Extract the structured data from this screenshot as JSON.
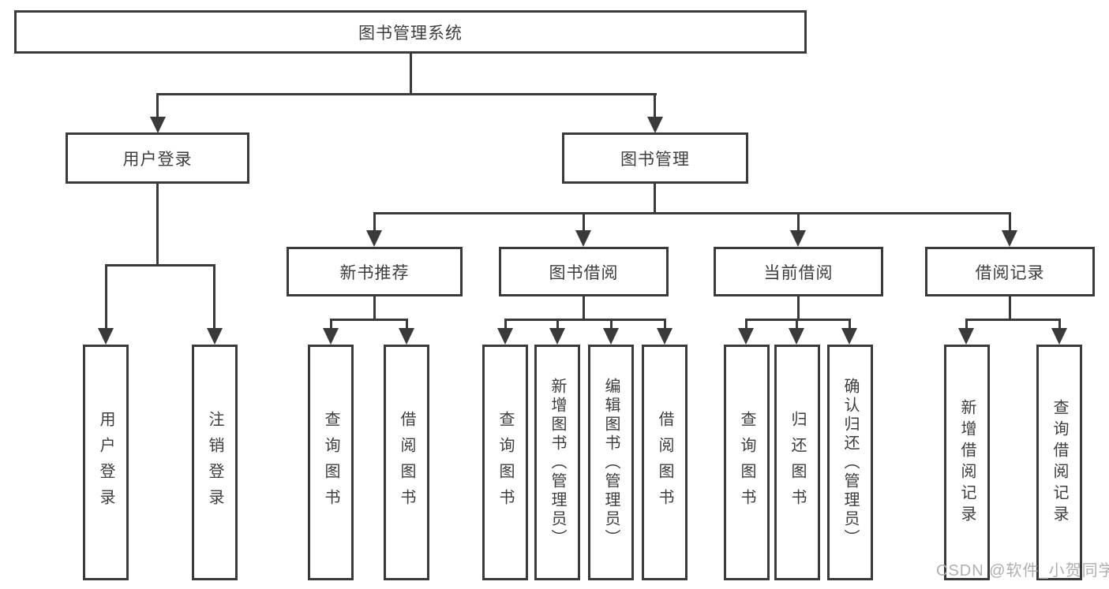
{
  "diagram": {
    "root": {
      "label": "图书管理系统"
    },
    "branches": [
      {
        "label": "用户登录",
        "children": [
          {
            "label": "用户登录"
          },
          {
            "label": "注销登录"
          }
        ]
      },
      {
        "label": "图书管理",
        "groups": [
          {
            "label": "新书推荐",
            "children": [
              {
                "label": "查询图书"
              },
              {
                "label": "借阅图书"
              }
            ]
          },
          {
            "label": "图书借阅",
            "children": [
              {
                "label": "查询图书"
              },
              {
                "label": "新增图书（管理员）"
              },
              {
                "label": "编辑图书（管理员）"
              },
              {
                "label": "借阅图书"
              }
            ]
          },
          {
            "label": "当前借阅",
            "children": [
              {
                "label": "查询图书"
              },
              {
                "label": "归还图书"
              },
              {
                "label": "确认归还（管理员）"
              }
            ]
          },
          {
            "label": "借阅记录",
            "children": [
              {
                "label": "新增借阅记录"
              },
              {
                "label": "查询借阅记录"
              }
            ]
          }
        ]
      }
    ]
  },
  "watermark": "CSDN @软件_小贺同学",
  "colors": {
    "line": "#3a3a3a",
    "text": "#3d3d3d",
    "background": "#ffffff",
    "watermark": "#b0b0b0"
  }
}
